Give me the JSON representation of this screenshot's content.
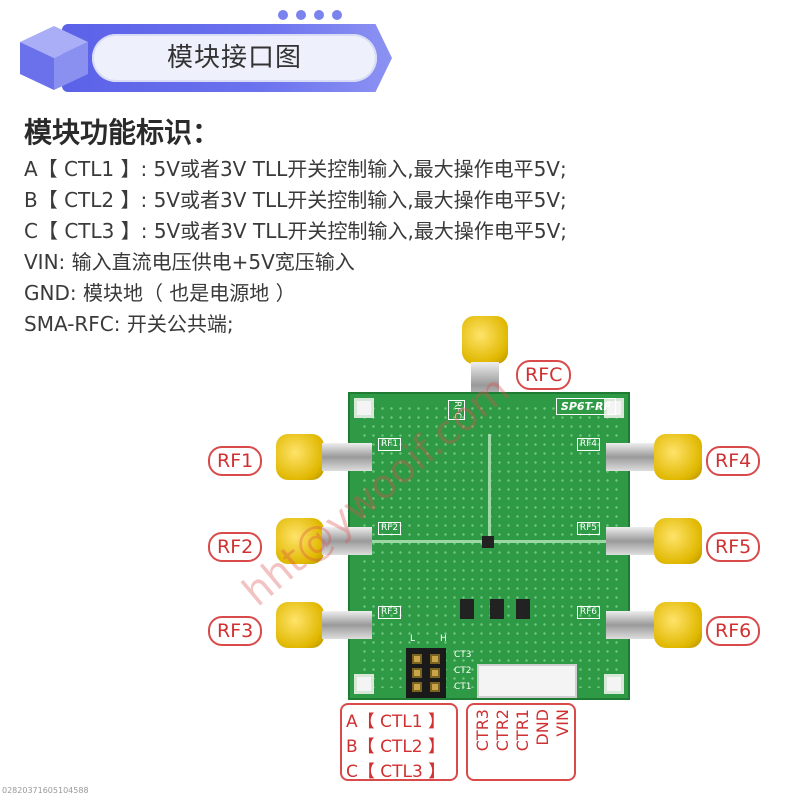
{
  "header": {
    "title": "模块接口图"
  },
  "info": {
    "heading": "模块功能标识：",
    "lines": [
      "A【 CTL1 】: 5V或者3V TLL开关控制输入,最大操作电平5V;",
      "B【 CTL2 】: 5V或者3V TLL开关控制输入,最大操作电平5V;",
      "C【 CTL3 】: 5V或者3V TLL开关控制输入,最大操作电平5V;",
      "VIN: 输入直流电压供电+5V宽压输入",
      "GND: 模块地（ 也是电源地 ）",
      "SMA-RFC: 开关公共端;"
    ]
  },
  "board": {
    "title": "SP6T-RF",
    "silk_rfc": "RFC",
    "silk_ports": [
      "RF1",
      "RF2",
      "RF3",
      "RF4",
      "RF5",
      "RF6"
    ],
    "header_l": "L",
    "header_h": "H",
    "silk_ct": [
      "CT3",
      "CT2",
      "CT1"
    ]
  },
  "ports": {
    "rfc": "RFC",
    "rf1": "RF1",
    "rf2": "RF2",
    "rf3": "RF3",
    "rf4": "RF4",
    "rf5": "RF5",
    "rf6": "RF6"
  },
  "controls": [
    "A【 CTL1 】",
    "B【 CTL2 】",
    "C【 CTL3 】"
  ],
  "power_pins": [
    "VIN",
    "DND",
    "CTR1",
    "CTR2",
    "CTR3"
  ],
  "watermark": "hht@ywooif.com",
  "footer_id": "02820371605104588",
  "colors": {
    "accent": "#5b62e8",
    "label_red": "#d94b4b",
    "pcb_green": "#2e9a45",
    "sma_gold": "#e0b800"
  }
}
